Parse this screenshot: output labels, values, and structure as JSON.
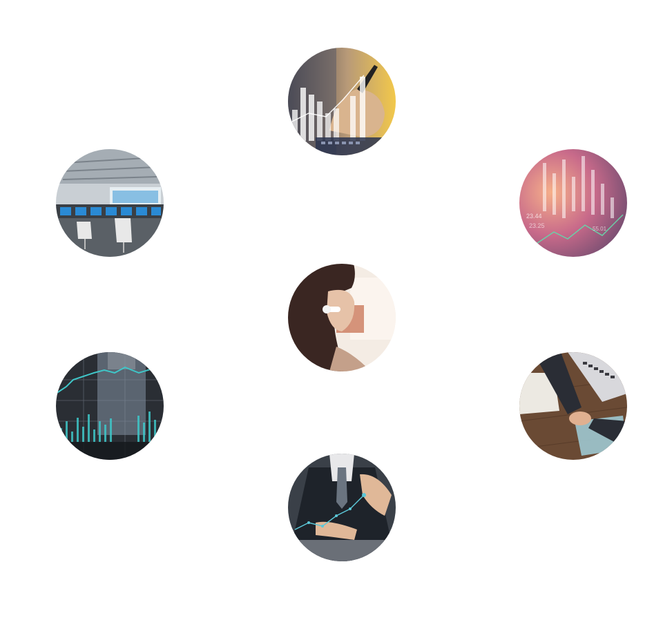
{
  "circles": [
    {
      "id": "top",
      "icon": "financial-growth-chart-image",
      "colors": {
        "primary": "#c9a469",
        "accent": "#f2c84b",
        "dark": "#2c3550"
      }
    },
    {
      "id": "upper-left",
      "icon": "control-room-image",
      "colors": {
        "primary": "#9aa4ac",
        "accent": "#2a8ad4",
        "dark": "#3a3f45"
      }
    },
    {
      "id": "upper-right",
      "icon": "stock-ticker-image",
      "colors": {
        "primary": "#c86a8a",
        "accent": "#f0a080",
        "dark": "#6a4a6e"
      }
    },
    {
      "id": "center",
      "icon": "customer-service-agent-image",
      "colors": {
        "primary": "#5a3a34",
        "accent": "#f0d8c8",
        "dark": "#2e1e1a"
      }
    },
    {
      "id": "lower-left",
      "icon": "market-data-overlay-image",
      "colors": {
        "primary": "#5a6470",
        "accent": "#3fc6c8",
        "dark": "#1e2228"
      }
    },
    {
      "id": "lower-right",
      "icon": "business-handshake-image",
      "colors": {
        "primary": "#6a4a34",
        "accent": "#e8e6e0",
        "dark": "#2a2d35"
      }
    },
    {
      "id": "bottom",
      "icon": "businessman-data-image",
      "colors": {
        "primary": "#2e3440",
        "accent": "#5cc8d8",
        "dark": "#1a1e24"
      }
    }
  ]
}
